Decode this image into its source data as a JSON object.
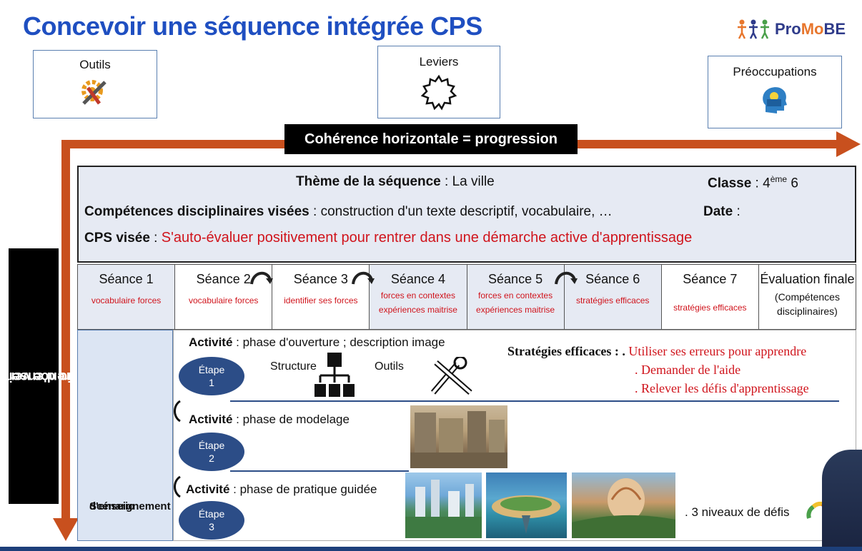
{
  "title": "Concevoir une séquence intégrée CPS",
  "logo": {
    "text_pro": "Pro",
    "text_mo": "Mo",
    "text_be": "BE"
  },
  "top_boxes": {
    "outils": "Outils",
    "leviers": "Leviers",
    "preoccupations": "Préoccupations"
  },
  "horizontal_label": "Cohérence horizontale = progression",
  "vertical_label_line1": "Cohérence verticale =",
  "vertical_label_line2": "scénario d'enseignement",
  "header": {
    "theme_label": "Thème de la séquence",
    "theme_value": "La ville",
    "classe_label": "Classe",
    "classe_value": "4",
    "classe_sup": "ème",
    "classe_num": "6",
    "competences_label": "Compétences disciplinaires visées",
    "competences_value": "construction d'un texte descriptif, vocabulaire, …",
    "date_label": "Date",
    "cps_label": "CPS visée",
    "cps_value": "S'auto-évaluer positivement pour rentrer dans une démarche active d'apprentissage"
  },
  "sessions": [
    {
      "title": "Séance 1",
      "sub": "vocabulaire forces"
    },
    {
      "title": "Séance 2",
      "sub": "vocabulaire forces"
    },
    {
      "title": "Séance 3",
      "sub": "identifier ses forces"
    },
    {
      "title": "Séance 4",
      "sub": "forces en contextes",
      "sub2": "expériences maitrise"
    },
    {
      "title": "Séance 5",
      "sub": "forces en contextes",
      "sub2": "expériences maitrise"
    },
    {
      "title": "Séance 6",
      "sub": "stratégies efficaces"
    },
    {
      "title": "Séance 7",
      "sub": "stratégies efficaces"
    },
    {
      "title": "Évaluation finale",
      "sub_black1": "(Compétences",
      "sub_black2": "disciplinaires)"
    }
  ],
  "scenario_label_line1": "Scénario",
  "scenario_label_line2": "d'enseignement",
  "etapes": [
    {
      "word": "Étape",
      "num": "1"
    },
    {
      "word": "Étape",
      "num": "2"
    },
    {
      "word": "Étape",
      "num": "3"
    }
  ],
  "activities": {
    "label": "Activité",
    "a1": ": phase d'ouverture ; description image",
    "a2": ": phase de modelage",
    "a3": ": phase de pratique guidée"
  },
  "structure_label": "Structure",
  "outils_label": "Outils",
  "strategies": {
    "title": "Stratégies efficaces : .",
    "items": [
      "Utiliser ses erreurs pour apprendre",
      ". Demander de l'aide",
      ". Relever les défis d'apprentissage"
    ]
  },
  "niveaux": ". 3 niveaux de défis",
  "colors": {
    "title_blue": "#1f4fc1",
    "arrow_orange": "#c8501e",
    "red_text": "#d0141c",
    "etape_blue": "#2c4d87"
  }
}
